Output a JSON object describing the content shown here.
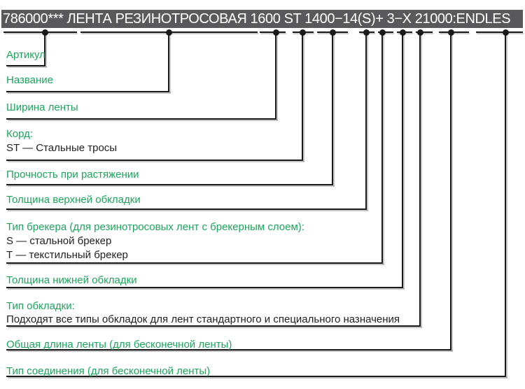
{
  "title_bar": {
    "text": "786000*** ЛЕНТА РЕЗИНОТРОСОВАЯ 1600 ST 1400−14(S)+ 3−X 21000:ENDLES"
  },
  "colors": {
    "accent_green": "#1aa65b",
    "bar_bg": "#59595b",
    "bar_fg": "#ffffff",
    "line": "#1a1a1a"
  },
  "rows": [
    {
      "label": "Артикул",
      "sublines": []
    },
    {
      "label": "Название",
      "sublines": []
    },
    {
      "label": "Ширина ленты",
      "sublines": []
    },
    {
      "label": "Корд:",
      "sublines": [
        "ST — Стальные тросы"
      ]
    },
    {
      "label": "Прочность при растяжении",
      "sublines": []
    },
    {
      "label": "Толщина верхней обкладки",
      "sublines": []
    },
    {
      "label": "Тип брекера (для резинотросовых лент с брекерным слоем):",
      "sublines": [
        "S — стальной брекер",
        "Т — текстильный брекер"
      ]
    },
    {
      "label": "Толщина нижней обкладки",
      "sublines": []
    },
    {
      "label": "Тип обкладки:",
      "sublines": [
        "Подходят все типы обкладок для лент стандартного и специального назначения"
      ]
    },
    {
      "label": "Общая длина ленты (для бесконечной ленты)",
      "sublines": []
    },
    {
      "label": "Тип соединения (для бесконечной ленты)",
      "sublines": []
    }
  ]
}
